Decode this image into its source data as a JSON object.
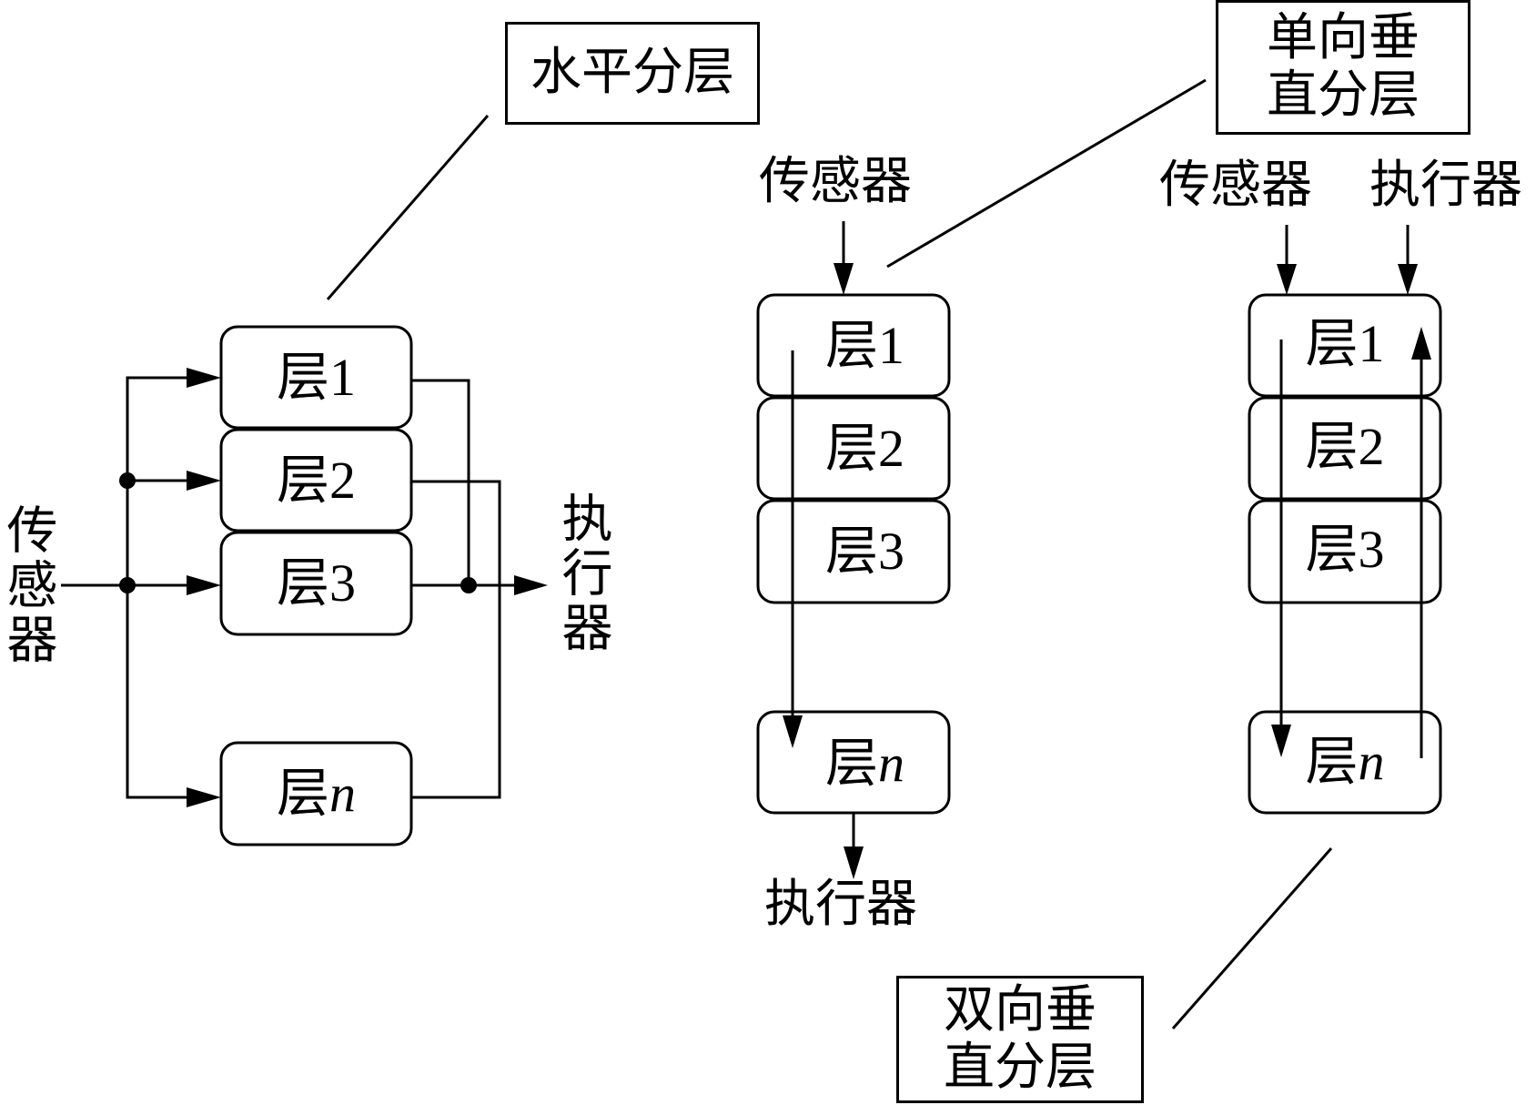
{
  "diagrams": {
    "horizontal": {
      "title": "水平分层",
      "sensor_label": "传感器",
      "actuator_label": "执行器",
      "layers": [
        {
          "prefix": "层",
          "index": "1"
        },
        {
          "prefix": "层",
          "index": "2"
        },
        {
          "prefix": "层",
          "index": "3"
        },
        {
          "prefix": "层",
          "index": "n"
        }
      ]
    },
    "one_way_vertical": {
      "title": "单向垂直分层",
      "sensor_label": "传感器",
      "actuator_label": "执行器",
      "layers": [
        {
          "prefix": "层",
          "index": "1"
        },
        {
          "prefix": "层",
          "index": "2"
        },
        {
          "prefix": "层",
          "index": "3"
        },
        {
          "prefix": "层",
          "index": "n"
        }
      ]
    },
    "two_way_vertical": {
      "title": "双向垂直分层",
      "sensor_label": "传感器",
      "actuator_label": "执行器",
      "layers": [
        {
          "prefix": "层",
          "index": "1"
        },
        {
          "prefix": "层",
          "index": "2"
        },
        {
          "prefix": "层",
          "index": "3"
        },
        {
          "prefix": "层",
          "index": "n"
        }
      ]
    }
  },
  "colors": {
    "stroke": "#000000",
    "background": "#ffffff"
  }
}
